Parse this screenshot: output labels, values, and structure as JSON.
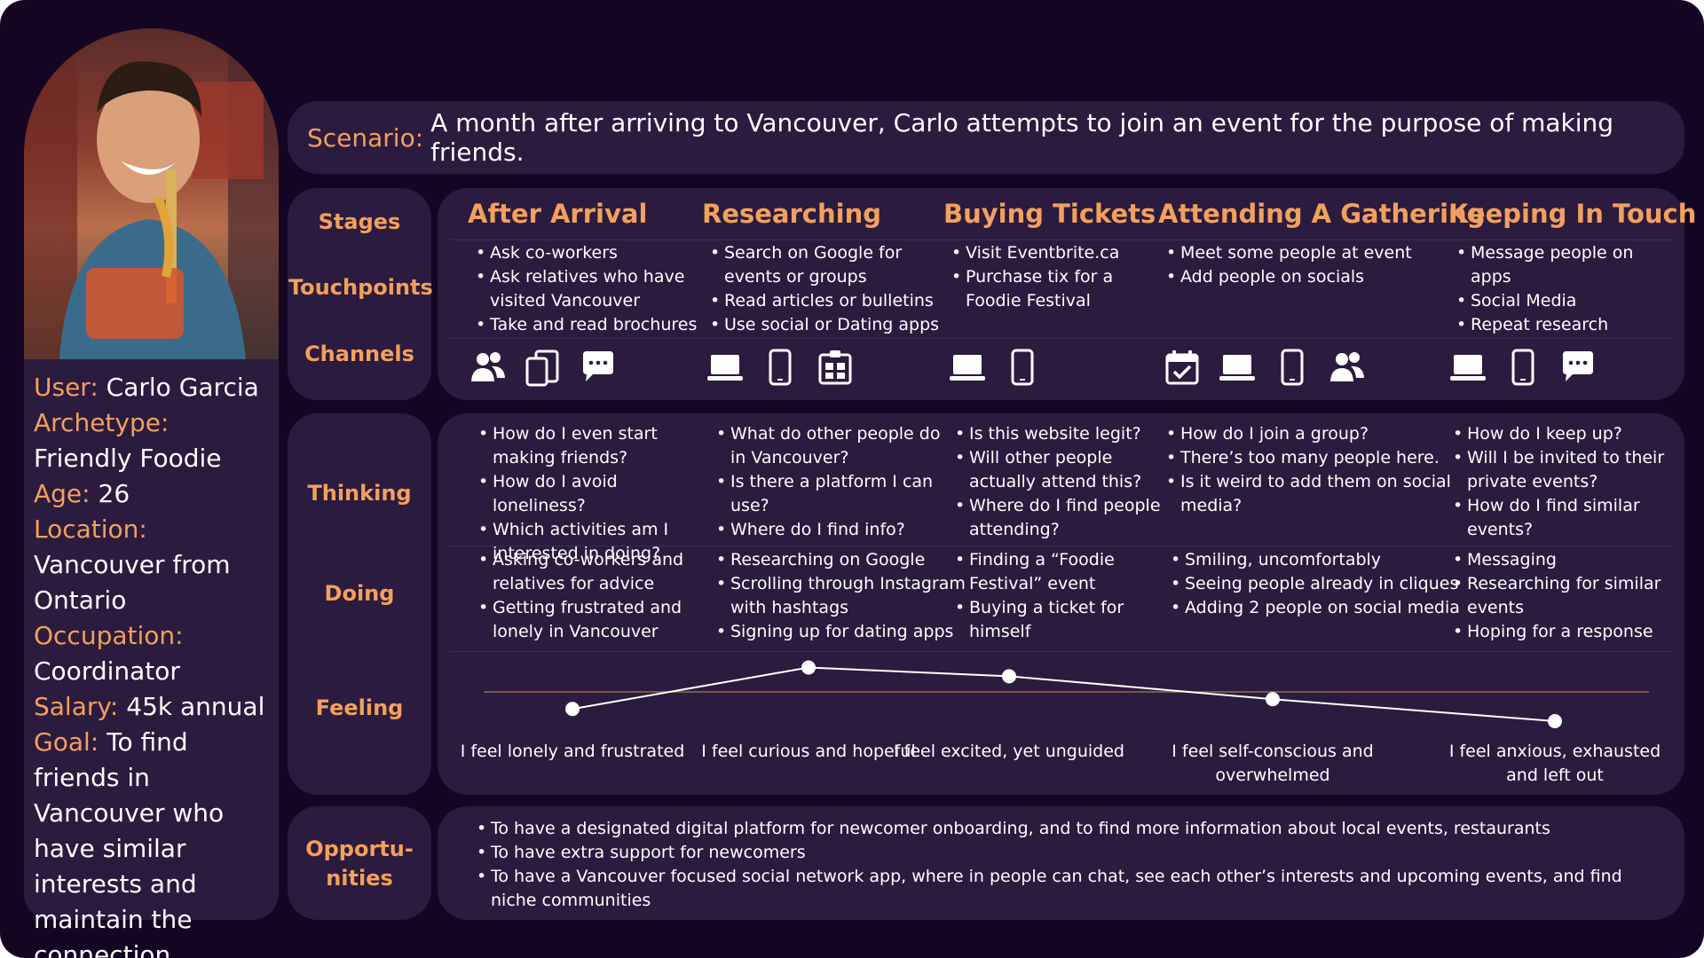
{
  "scenario": {
    "label": "Scenario:",
    "text": "A month after arriving to Vancouver, Carlo attempts to join an event for the purpose of making friends."
  },
  "profile": {
    "user_k": "User:",
    "user_v": "Carlo Garcia",
    "archetype_k": "Archetype:",
    "archetype_v": "Friendly Foodie",
    "age_k": "Age:",
    "age_v": "26",
    "location_k": "Location:",
    "location_v": "Vancouver from Ontario",
    "occupation_k": "Occupation:",
    "occupation_v": "Coordinator",
    "salary_k": "Salary:",
    "salary_v": "45k annual",
    "goal_k": "Goal:",
    "goal_v": "To find friends in Vancouver who have similar interests and maintain the connection"
  },
  "labels": {
    "stages": "Stages",
    "touchpoints": "Touchpoints",
    "channels": "Channels",
    "thinking": "Thinking",
    "doing": "Doing",
    "feeling": "Feeling",
    "opportunities_1": "Opportu-",
    "opportunities_2": "nities"
  },
  "stages": [
    {
      "title": "After Arrival",
      "touchpoints": [
        "Ask co-workers",
        "Ask relatives who have visited Vancouver",
        "Take and read brochures"
      ],
      "channels": [
        "people-icon",
        "devices-icon",
        "chat-icon"
      ],
      "thinking": [
        "How do I even start making friends?",
        "How do I avoid loneliness?",
        "Which activities am I interested in doing?"
      ],
      "doing": [
        "Asking co-workers and relatives for advice",
        "Getting frustrated and lonely in Vancouver"
      ],
      "feeling": "I feel lonely and frustrated",
      "feeling_score": -0.35
    },
    {
      "title": "Researching",
      "touchpoints": [
        "Search on Google for events or groups",
        "Read articles or bulletins",
        "Use social or Dating apps"
      ],
      "channels": [
        "laptop-icon",
        "phone-icon",
        "bulletin-icon"
      ],
      "thinking": [
        "What do other people do in Vancouver?",
        "Is there a platform I can use?",
        "Where do I find info?"
      ],
      "doing": [
        "Researching on Google",
        "Scrolling through Instagram with hashtags",
        "Signing up for dating apps"
      ],
      "feeling": "I feel curious and hopeful",
      "feeling_score": 0.5
    },
    {
      "title": "Buying Tickets",
      "touchpoints": [
        "Visit Eventbrite.ca",
        "Purchase tix for a Foodie Festival"
      ],
      "channels": [
        "laptop-icon",
        "phone-icon"
      ],
      "thinking": [
        "Is this website legit?",
        "Will other people actually attend this?",
        "Where do I find people attending?"
      ],
      "doing": [
        "Finding a “Foodie Festival” event",
        "Buying a ticket for himself"
      ],
      "feeling": "I feel excited, yet unguided",
      "feeling_score": 0.32
    },
    {
      "title": "Attending A Gathering",
      "touchpoints": [
        "Meet some people at event",
        "Add people on socials"
      ],
      "channels": [
        "calendar-icon",
        "laptop-icon",
        "phone-icon",
        "people-icon"
      ],
      "thinking": [
        "How do I join a group?",
        "There’s too many people here.",
        "Is it weird to add them on social media?"
      ],
      "doing": [
        "Smiling, uncomfortably",
        "Seeing people already in cliques",
        "Adding 2 people on social media"
      ],
      "feeling": "I feel self-conscious and overwhelmed",
      "feeling_score": -0.15
    },
    {
      "title": "Keeping In Touch",
      "touchpoints": [
        "Message people on apps",
        "Social Media",
        "Repeat research"
      ],
      "channels": [
        "laptop-icon",
        "phone-icon",
        "chat-icon"
      ],
      "thinking": [
        "How do I keep up?",
        "Will I be invited to their private events?",
        "How do I find similar events?"
      ],
      "doing": [
        "Messaging",
        "Researching for similar events",
        "Hoping for a response"
      ],
      "feeling": "I feel anxious, exhausted and left out",
      "feeling_score": -0.6
    }
  ],
  "opportunities": [
    "To have a designated digital platform for newcomer onboarding, and to find more information about local events, restaurants",
    "To have extra support for newcomers",
    "To have a Vancouver focused social network app, where in people can chat, see each other’s interests and upcoming events, and find niche communities"
  ]
}
